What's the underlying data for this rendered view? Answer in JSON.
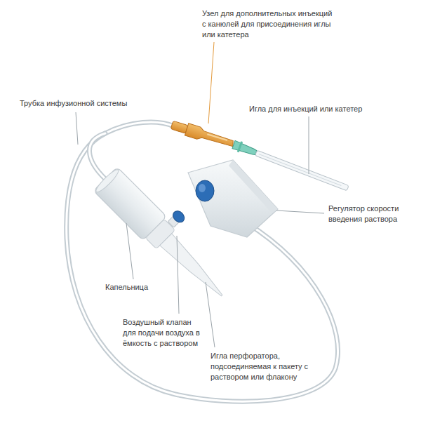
{
  "diagram": {
    "labels": [
      "Узел для дополнительных инъекций с канюлей для присоединения иглы или катетера",
      "Трубка инфузионной системы",
      "Игла для инъекций или катетер",
      "Регулятор скорости введения раствора",
      "Капельница",
      "Воздушный клапан для подачи воздуха в ёмкость с раствором",
      "Игла перфоратора, подсоединяемая к пакету с раствором или флакону"
    ]
  }
}
